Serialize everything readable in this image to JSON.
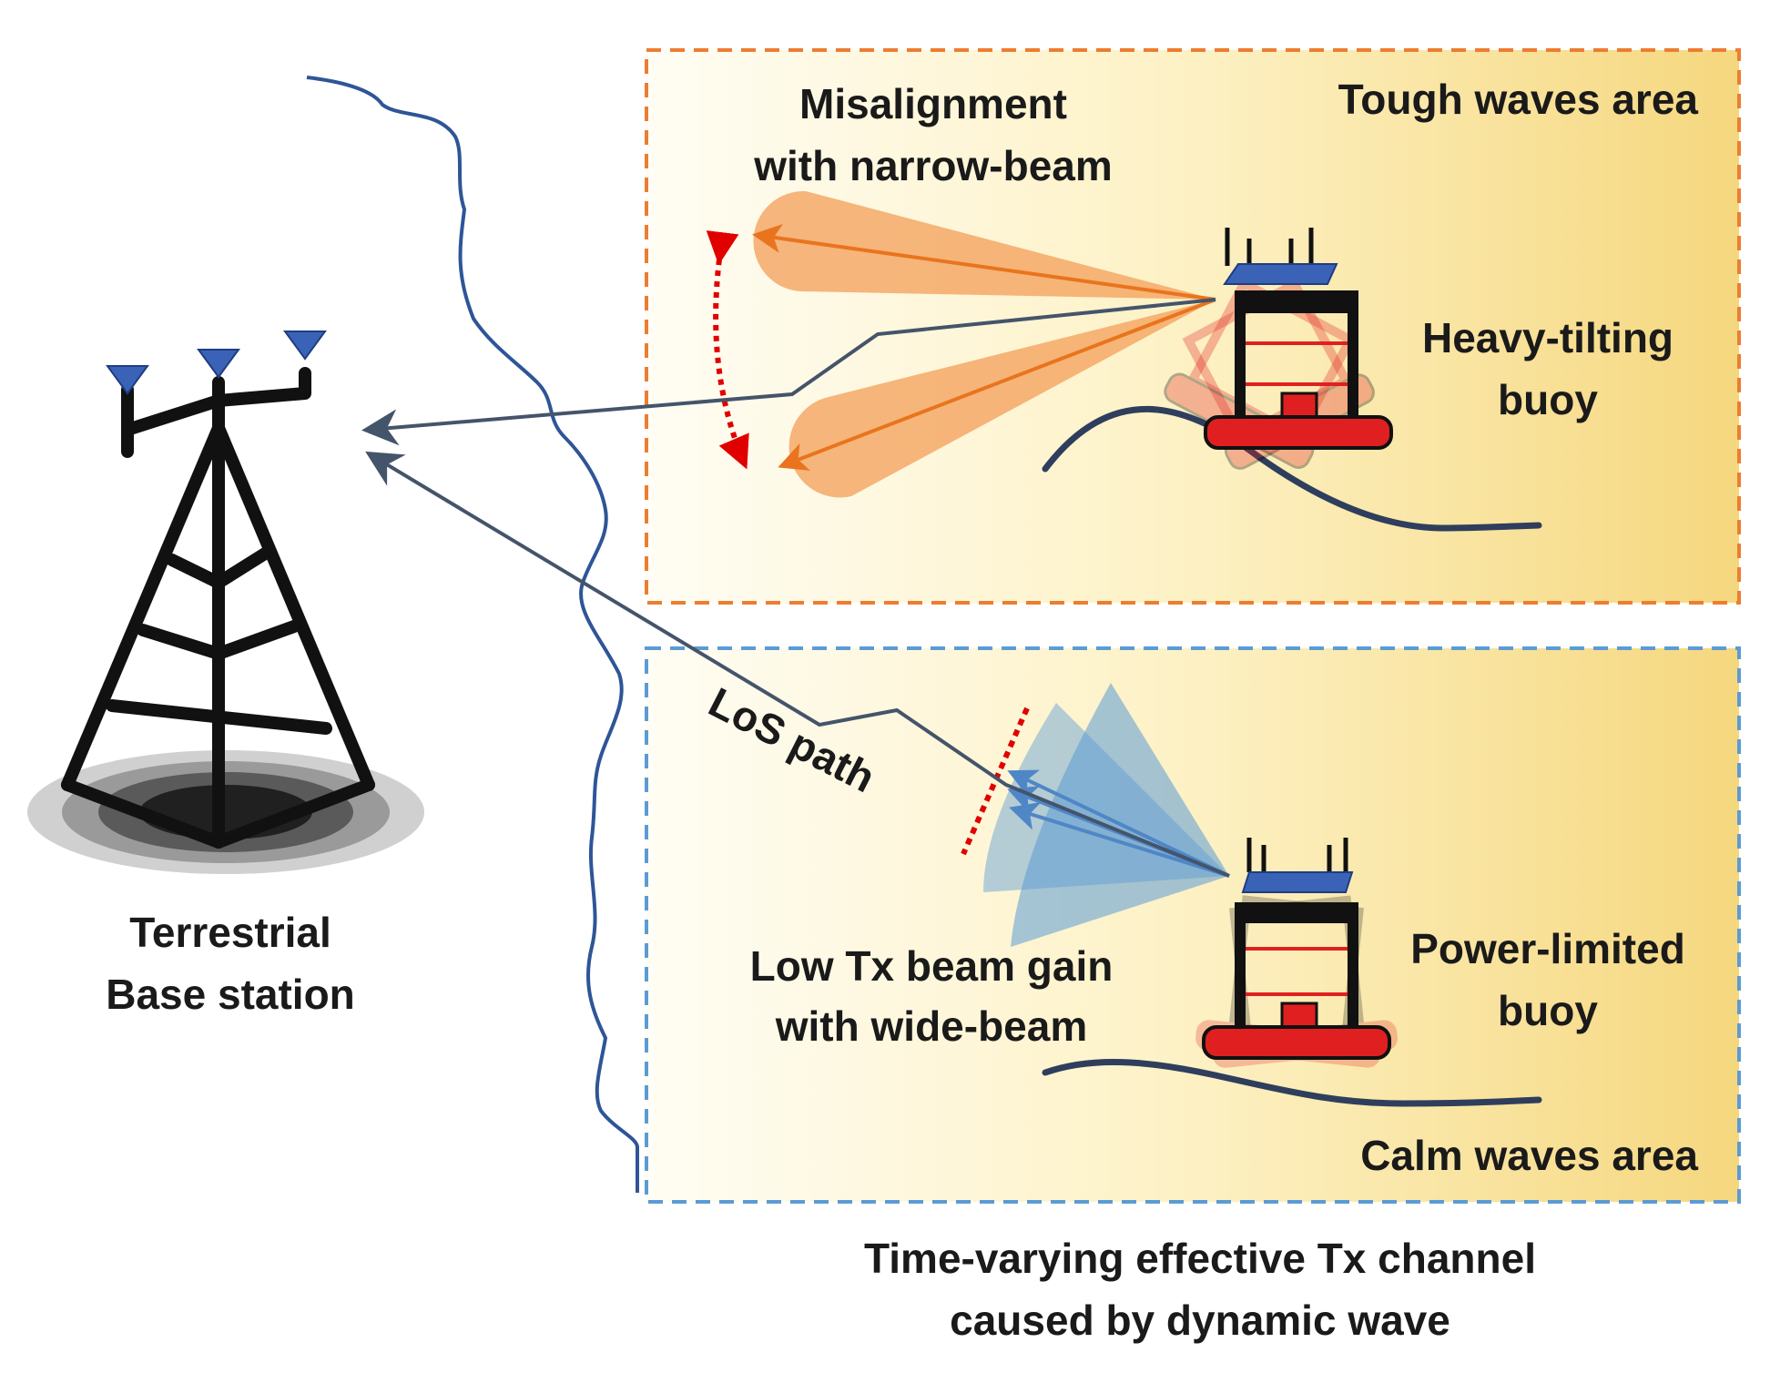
{
  "base_station": {
    "line1": "Terrestrial",
    "line2": "Base station"
  },
  "tough_area": {
    "title": "Tough waves area",
    "misalign_line1": "Misalignment",
    "misalign_line2": "with narrow-beam",
    "buoy_line1": "Heavy-tilting",
    "buoy_line2": "buoy"
  },
  "calm_area": {
    "title": "Calm waves area",
    "los_label": "LoS path",
    "gain_line1": "Low Tx beam gain",
    "gain_line2": "with wide-beam",
    "buoy_line1": "Power-limited",
    "buoy_line2": "buoy"
  },
  "caption": {
    "line1": "Time-varying effective Tx channel",
    "line2": "caused by dynamic wave"
  },
  "colors": {
    "tough_border": "#ed7d31",
    "calm_border": "#5b9bd5",
    "narrow_beam": "#f4a460",
    "wide_beam": "#5b9bd5",
    "buoy_red": "#e02020",
    "antenna_blue": "#3a63b8",
    "coastline": "#2e5597",
    "link_arrow": "#44546a",
    "misalign_arrow": "#e00000"
  }
}
